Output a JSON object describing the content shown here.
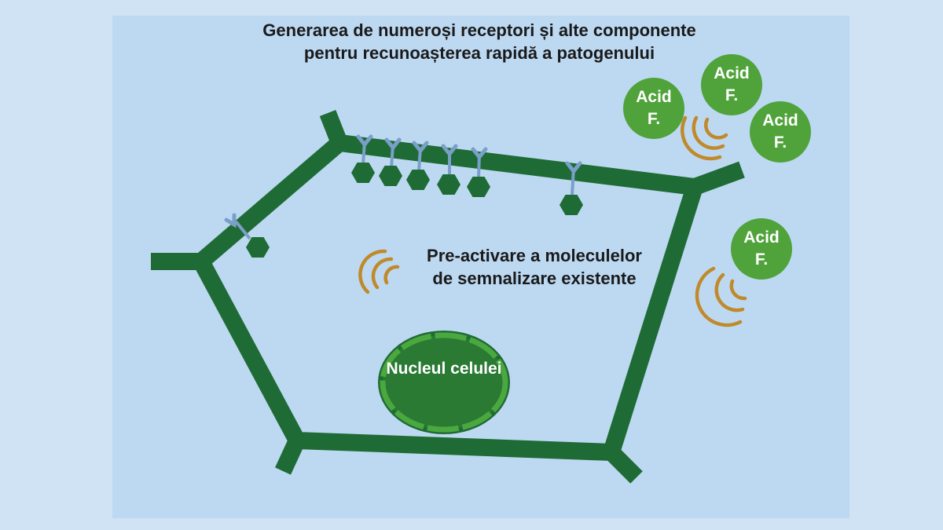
{
  "title": "Generarea de numeroși receptori și alte componente pentru recunoașterea rapidă a patogenului",
  "signal_label": "Pre-activare a moleculelor de semnalizare existente",
  "nucleus_label": "Nucleul celulei",
  "acid_label_top": "Acid",
  "acid_label_bottom": "F.",
  "colors": {
    "background": "#cfe3f5",
    "cell_wall": "#1f6b35",
    "receptor": "#7a9fc9",
    "ligand": "#1f6b35",
    "acid": "#4fa33a",
    "signal_wave": "#c08a2c",
    "nucleus_fill": "#2a7a34",
    "nucleus_ring": "#4aa83f"
  }
}
